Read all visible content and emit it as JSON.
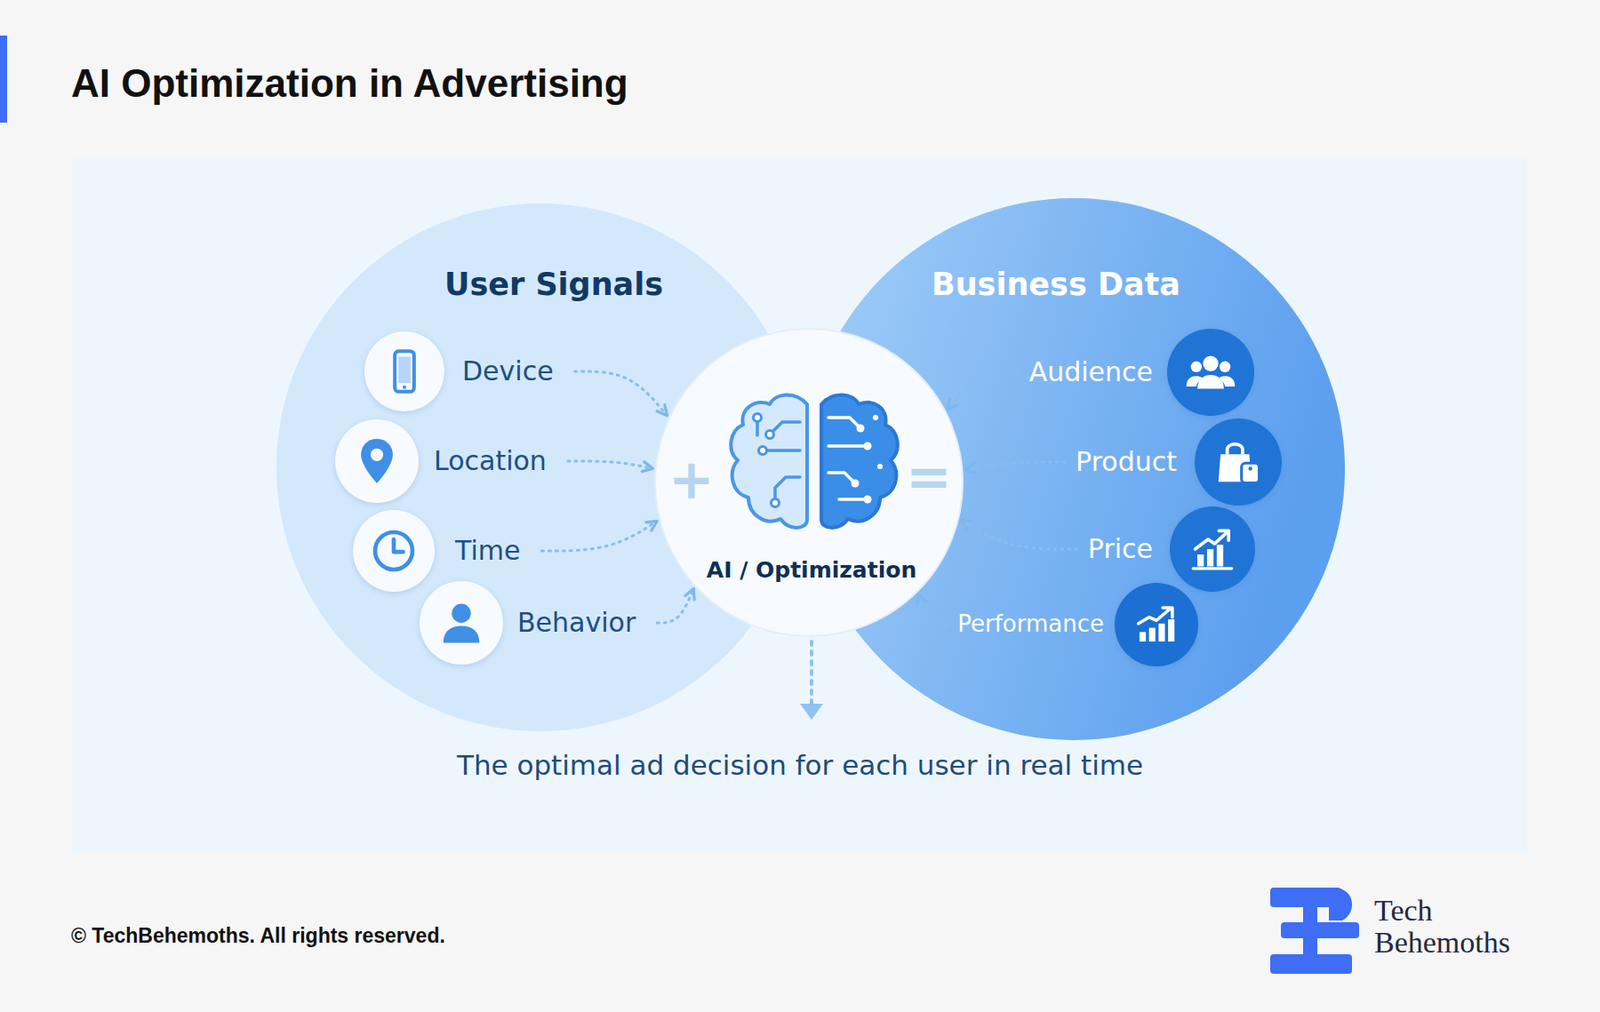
{
  "diagram": {
    "title": "AI Optimization in Advertising",
    "caption": "The optimal ad decision for each user in real time",
    "nodes": [
      {
        "text": [
          "User Signals"
        ]
      },
      {
        "text": [
          "Device"
        ],
        "in": 0
      },
      {
        "text": [
          "Location"
        ],
        "in": 0
      },
      {
        "text": [
          "Time"
        ],
        "in": 0
      },
      {
        "text": [
          "Behavior"
        ],
        "in": 0
      },
      {
        "text": [
          "AI / Optimization"
        ]
      },
      {
        "text": [
          "Business Data"
        ]
      },
      {
        "text": [
          "Audience"
        ],
        "in": 6
      },
      {
        "text": [
          "Product"
        ],
        "in": 6
      },
      {
        "text": [
          "Price"
        ],
        "in": 6
      },
      {
        "text": [
          "Performance"
        ],
        "in": 6
      }
    ],
    "edges": [
      {
        "from": 1,
        "to": 5,
        "arrow": "to"
      },
      {
        "from": 2,
        "to": 5,
        "arrow": "to"
      },
      {
        "from": 3,
        "to": 5,
        "arrow": "to"
      },
      {
        "from": 4,
        "to": 5,
        "arrow": "to"
      },
      {
        "from": 7,
        "to": 5,
        "arrow": "to"
      },
      {
        "from": 8,
        "to": 5,
        "arrow": "to"
      },
      {
        "from": 9,
        "to": 5,
        "arrow": "to"
      },
      {
        "from": 10,
        "to": 5,
        "arrow": "to"
      }
    ],
    "labels": [
      "+",
      "=",
      "© TechBehemoths. All rights reserved.",
      "Tech Behemoths"
    ]
  }
}
